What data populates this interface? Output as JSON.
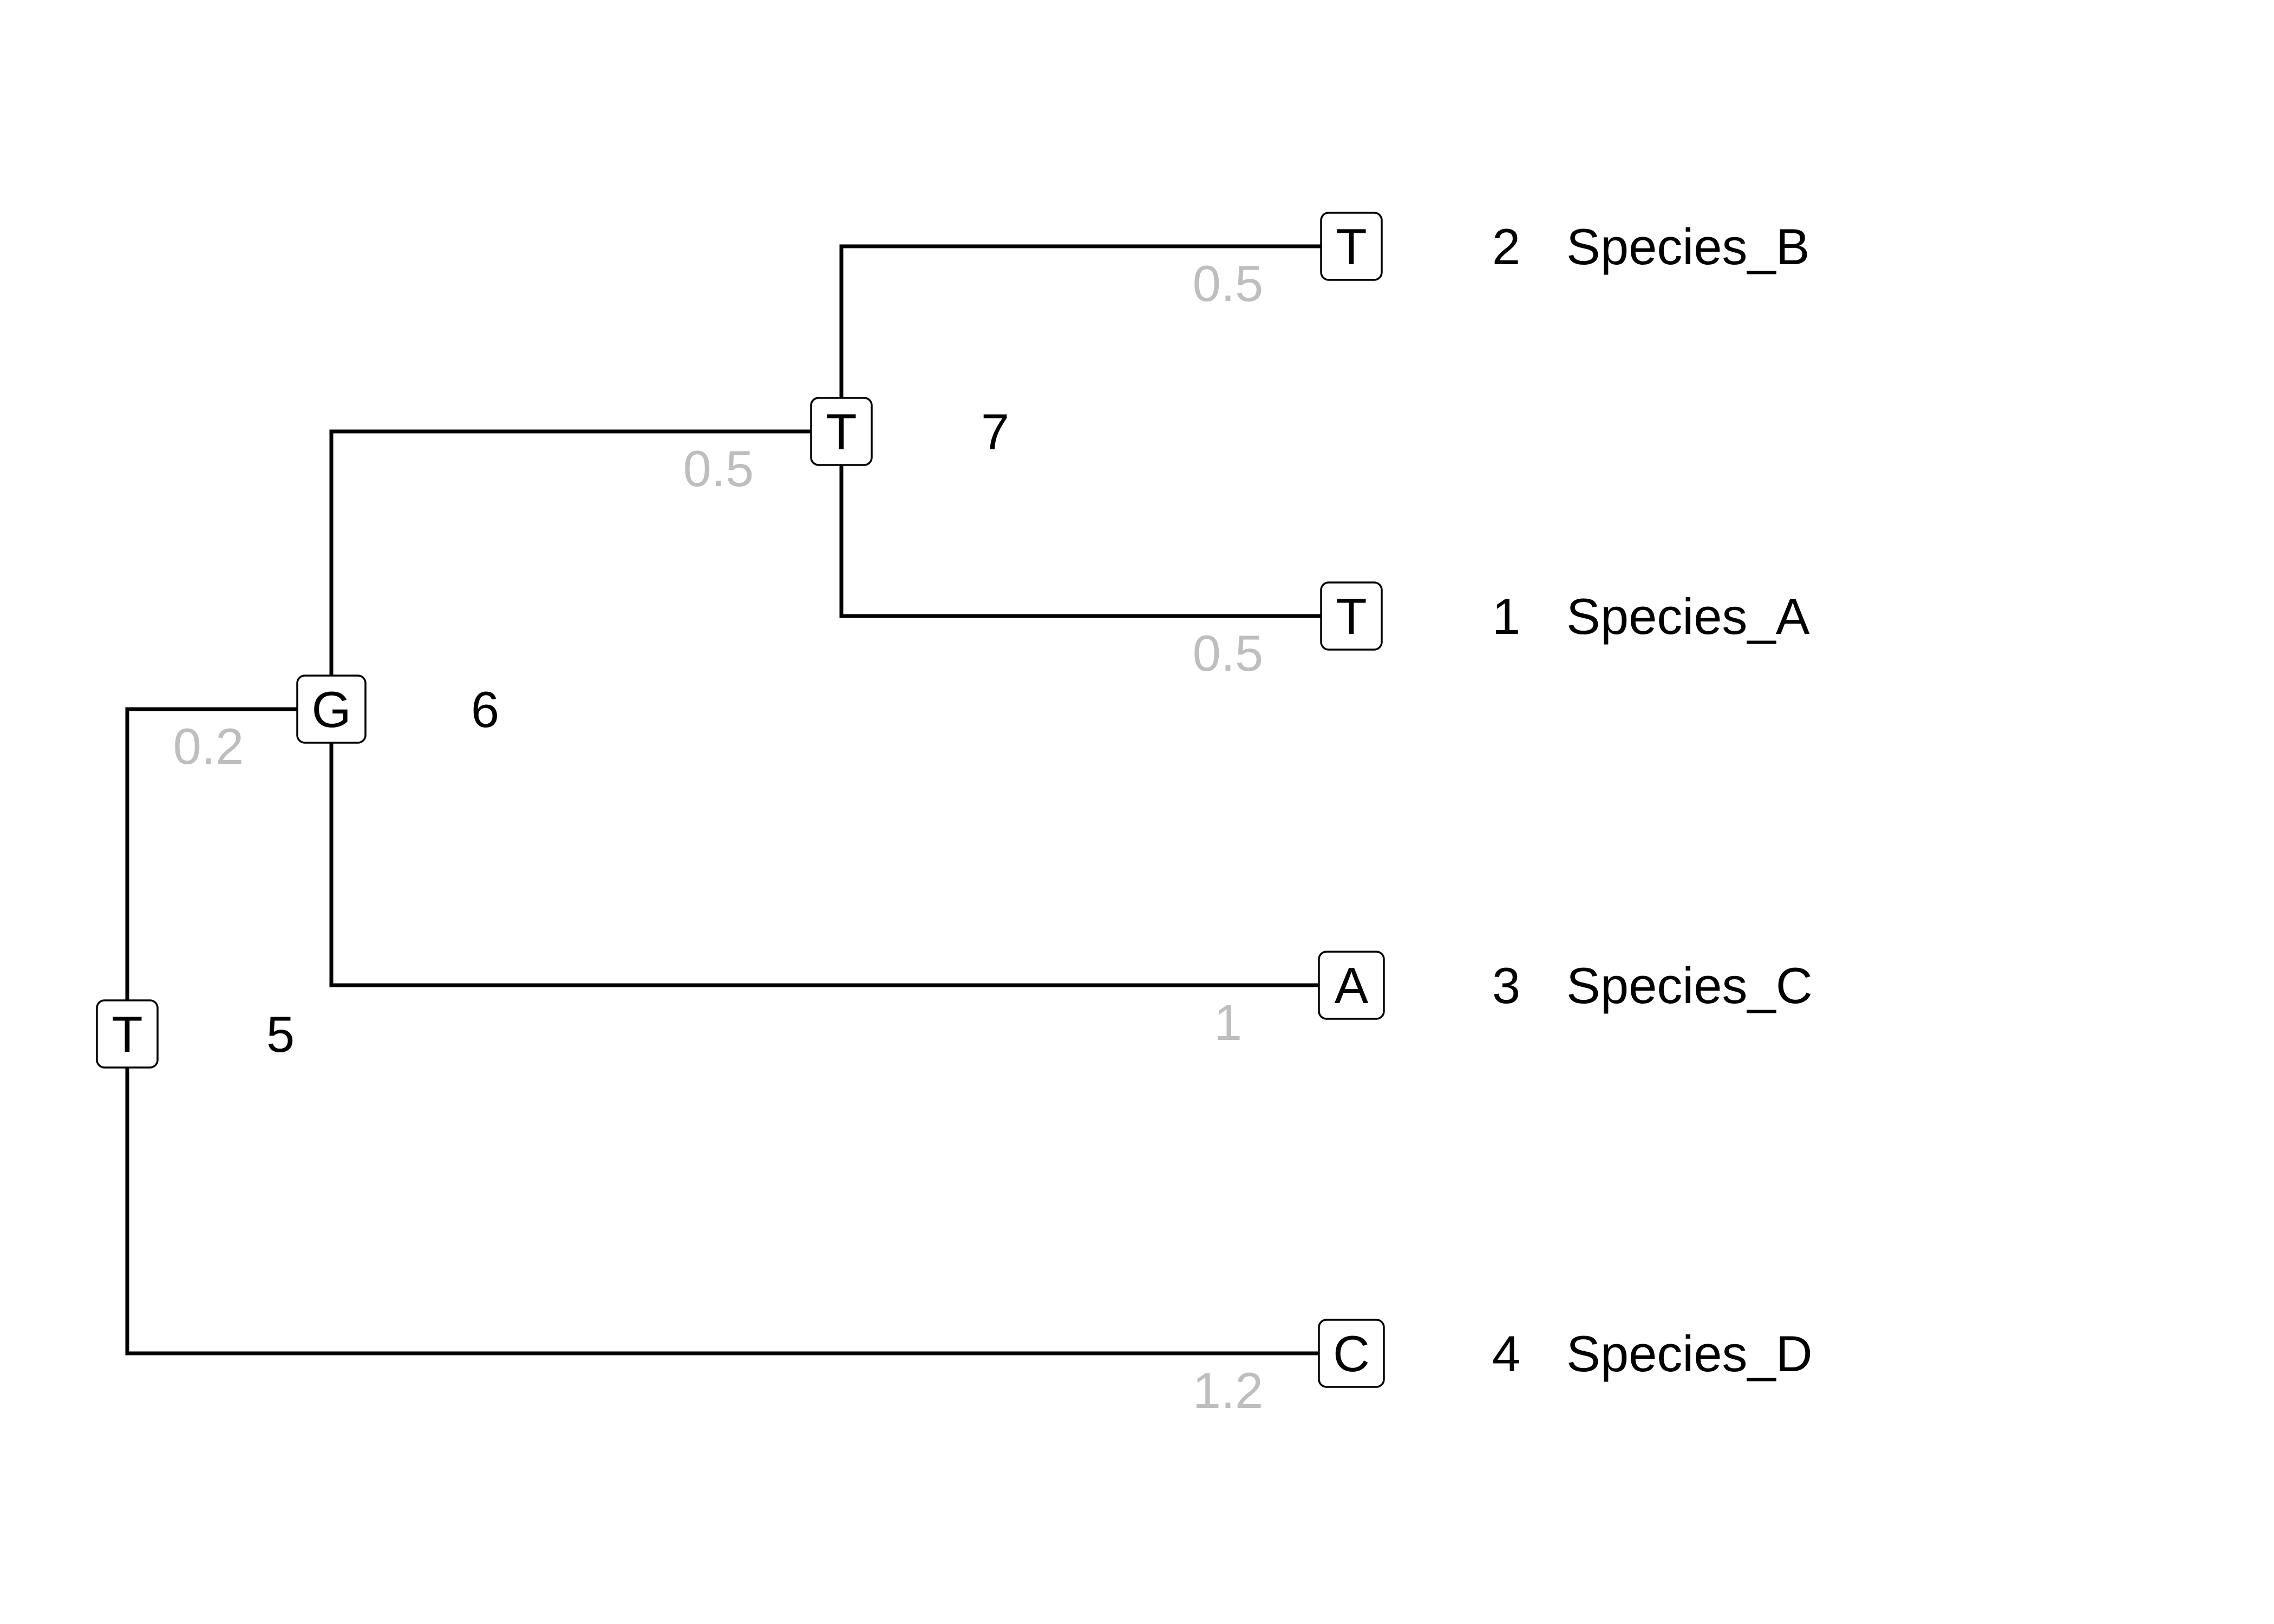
{
  "tree": {
    "tips": [
      {
        "id": "2",
        "label": "Species_B",
        "state": "T",
        "branch_length": "0.5"
      },
      {
        "id": "1",
        "label": "Species_A",
        "state": "T",
        "branch_length": "0.5"
      },
      {
        "id": "3",
        "label": "Species_C",
        "state": "A",
        "branch_length": "1"
      },
      {
        "id": "4",
        "label": "Species_D",
        "state": "C",
        "branch_length": "1.2"
      }
    ],
    "internal": [
      {
        "id": "7",
        "state": "T",
        "branch_length": "0.5"
      },
      {
        "id": "6",
        "state": "G",
        "branch_length": "0.2"
      },
      {
        "id": "5",
        "state": "T"
      }
    ]
  },
  "colors": {
    "branch": "#000000",
    "branch_length_label": "#bebebe",
    "text": "#000000"
  }
}
